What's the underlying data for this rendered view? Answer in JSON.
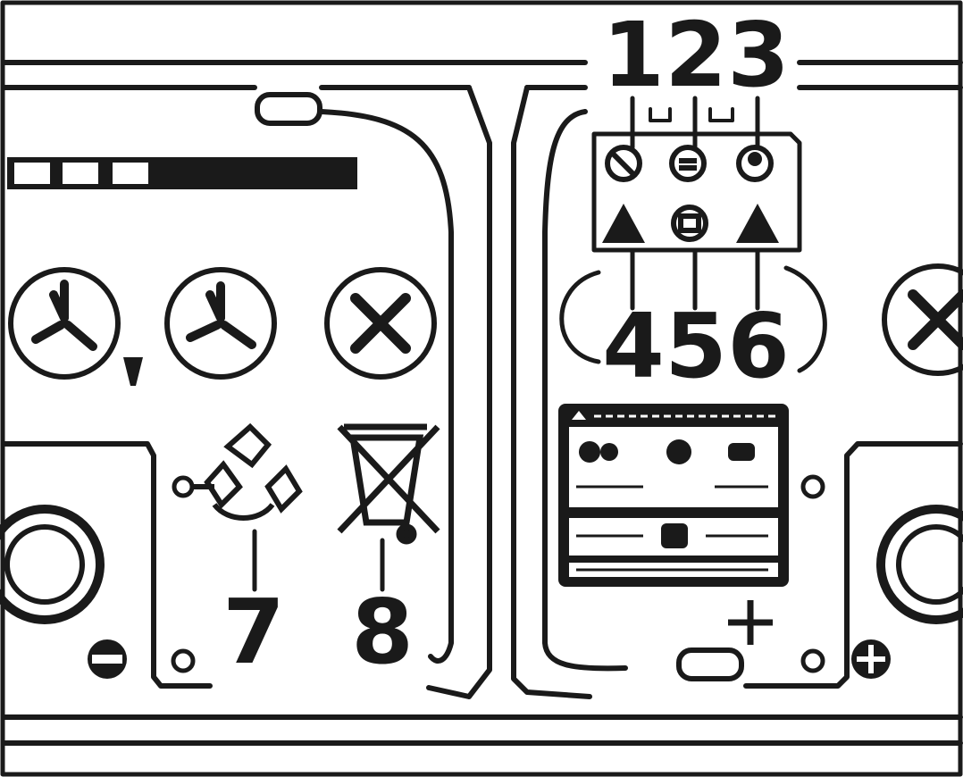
{
  "callouts": {
    "c1": "1",
    "c2": "2",
    "c3": "3",
    "c4": "4",
    "c5": "5",
    "c6": "6",
    "c7": "7",
    "c8": "8"
  },
  "colors": {
    "ink": "#1a1a1a",
    "background": "#ffffff"
  },
  "icons": [
    "screw-cap-icon",
    "indicator-bar-icon",
    "minus-terminal-icon",
    "plus-terminal-icon",
    "recycling-icon",
    "crossed-bin-icon",
    "warning-label-icon",
    "no-smoking-icon",
    "eye-protection-icon",
    "child-warning-icon",
    "acid-warning-icon",
    "read-manual-icon",
    "explosive-gas-icon"
  ]
}
